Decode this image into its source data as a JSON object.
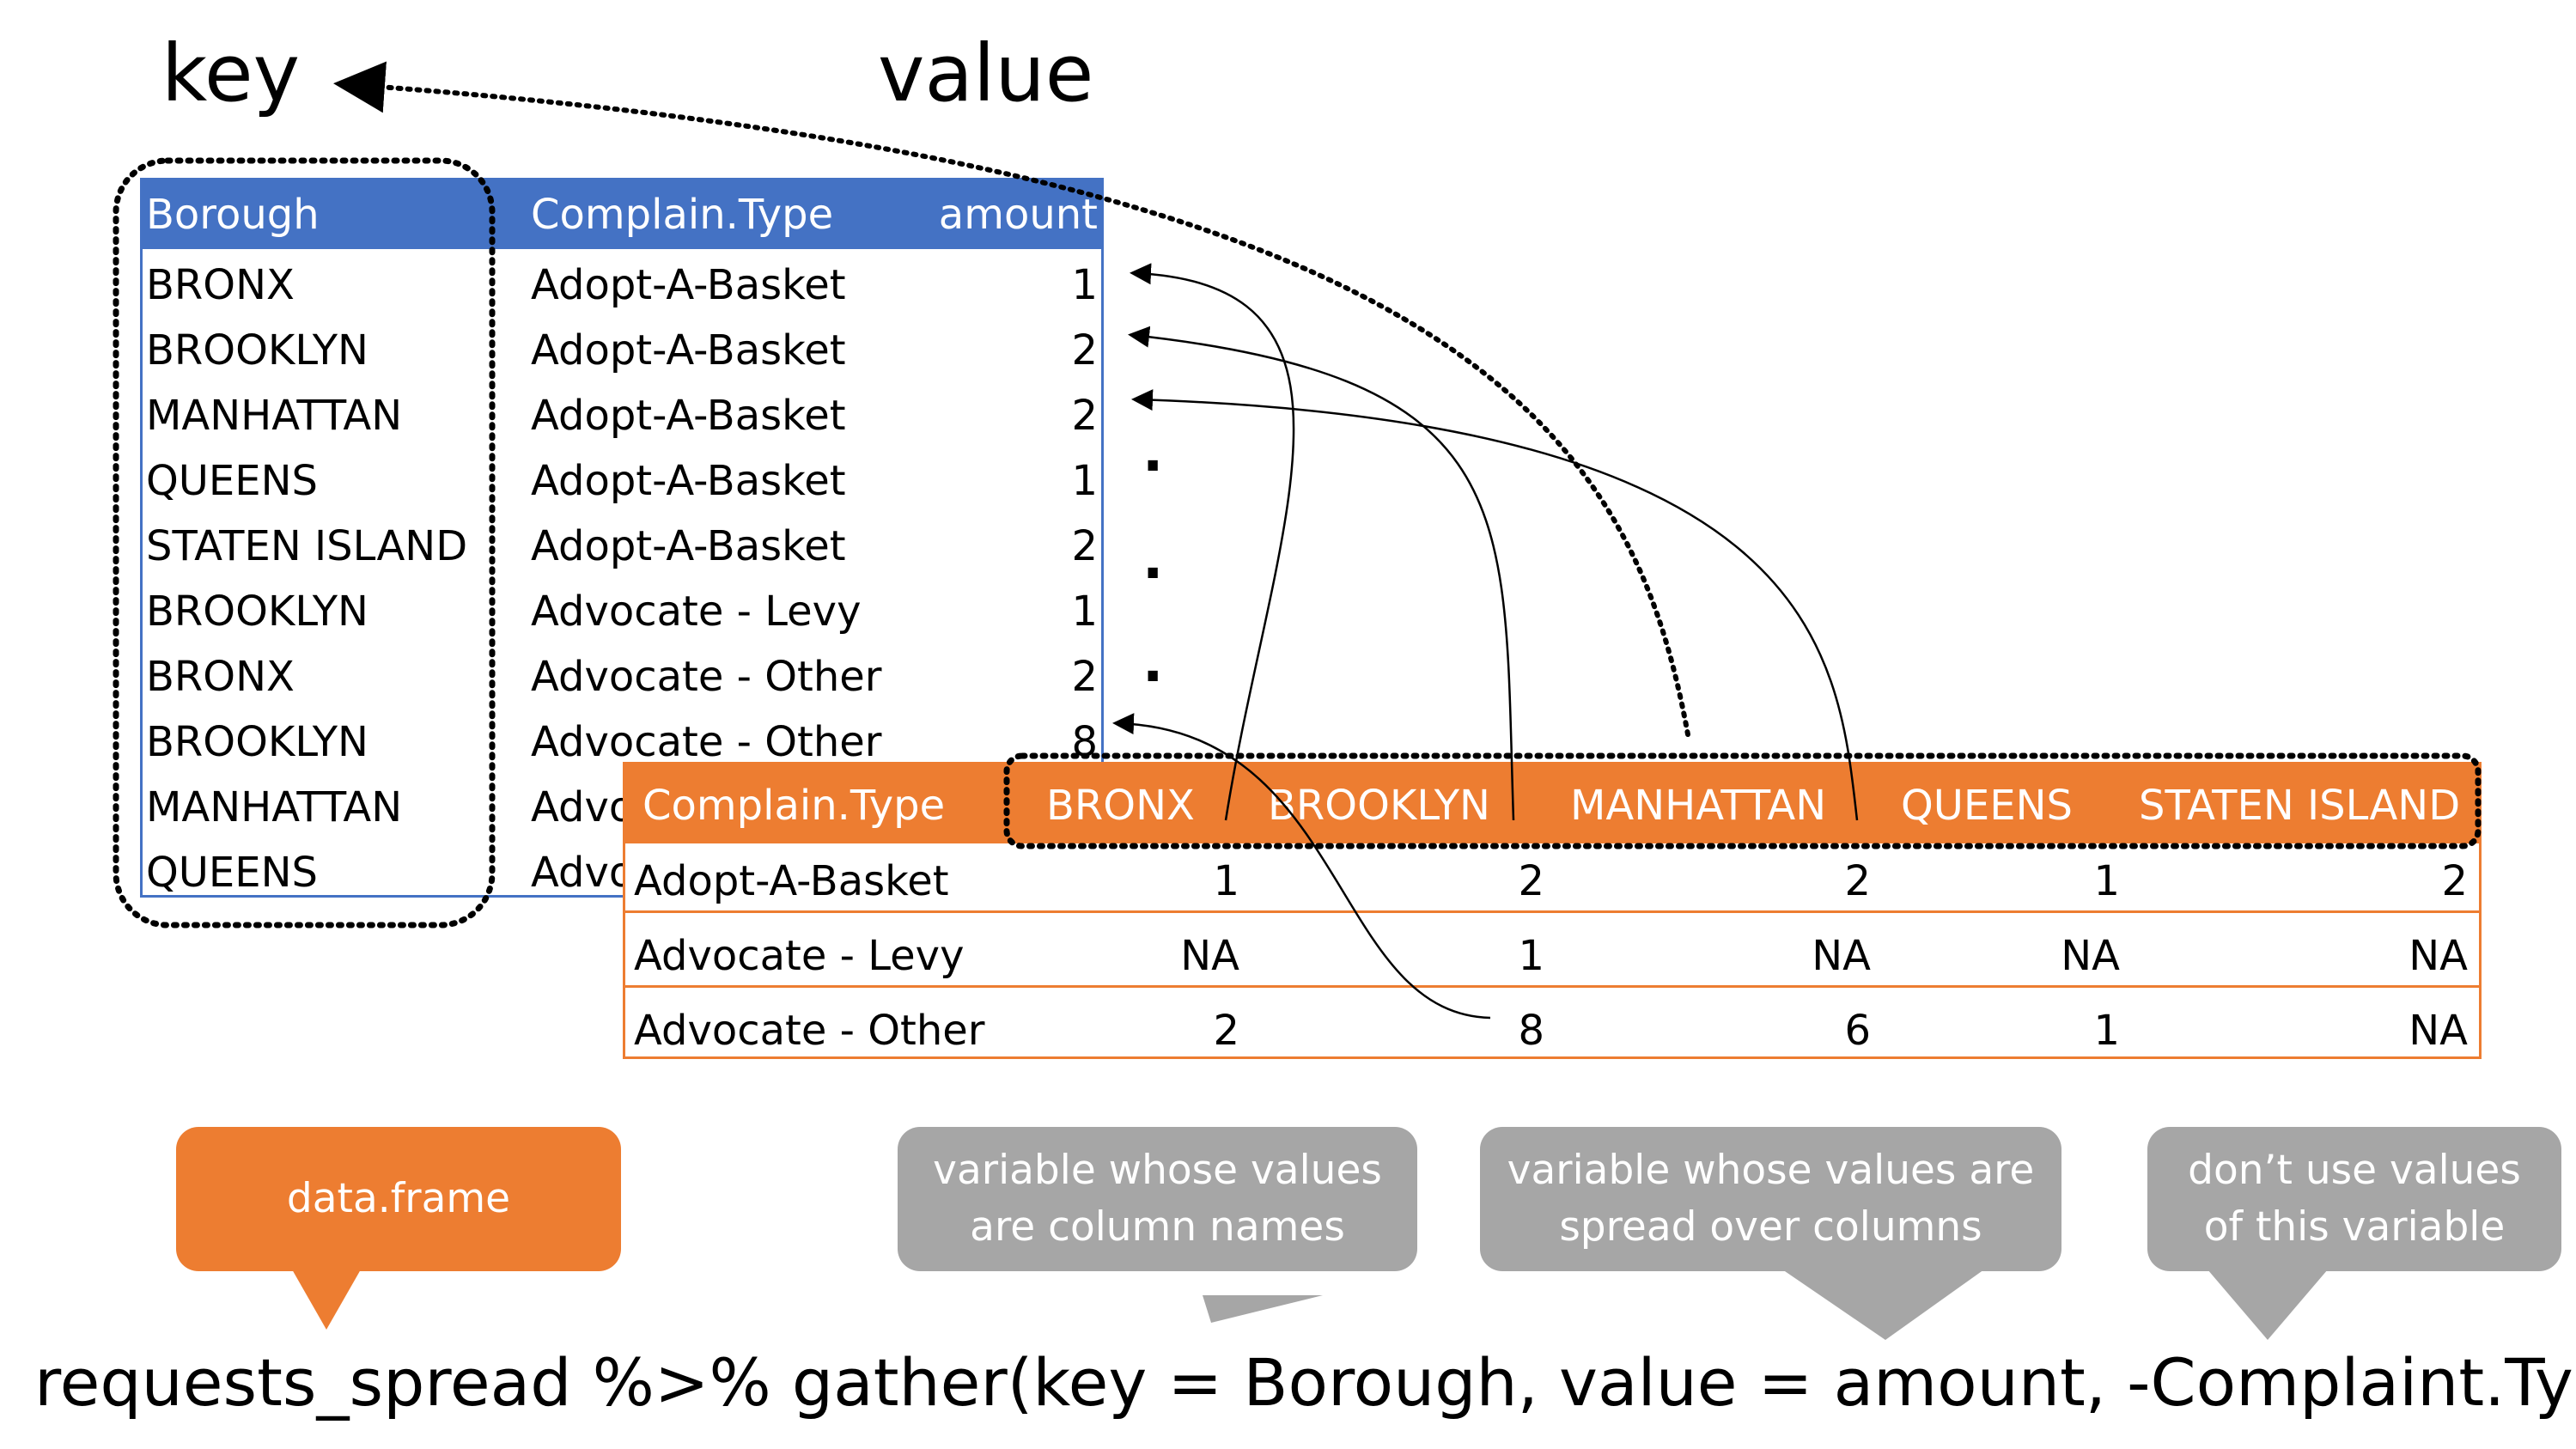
{
  "labels": {
    "key": "key",
    "value": "value"
  },
  "long_table": {
    "headers": [
      "Borough",
      "Complain.Type",
      "amount"
    ],
    "rows": [
      [
        "BRONX",
        "Adopt-A-Basket",
        "1"
      ],
      [
        "BROOKLYN",
        "Adopt-A-Basket",
        "2"
      ],
      [
        "MANHATTAN",
        "Adopt-A-Basket",
        "2"
      ],
      [
        "QUEENS",
        "Adopt-A-Basket",
        "1"
      ],
      [
        "STATEN ISLAND",
        "Adopt-A-Basket",
        "2"
      ],
      [
        "BROOKLYN",
        "Advocate - Levy",
        "1"
      ],
      [
        "BRONX",
        "Advocate - Other",
        "2"
      ],
      [
        "BROOKLYN",
        "Advocate - Other",
        "8"
      ],
      [
        "MANHATTAN",
        "Advocate - Other",
        ""
      ],
      [
        "QUEENS",
        "Advocate - Other",
        ""
      ]
    ],
    "ellipsis_dots": [
      ".",
      ".",
      "."
    ]
  },
  "wide_table": {
    "headers": [
      "Complain.Type",
      "BRONX",
      "BROOKLYN",
      "MANHATTAN",
      "QUEENS",
      "STATEN ISLAND"
    ],
    "rows": [
      [
        "Adopt-A-Basket",
        "1",
        "2",
        "2",
        "1",
        "2"
      ],
      [
        "Advocate - Levy",
        "NA",
        "1",
        "NA",
        "NA",
        "NA"
      ],
      [
        "Advocate - Other",
        "2",
        "8",
        "6",
        "1",
        "NA"
      ]
    ]
  },
  "callouts": {
    "data_frame": "data.frame",
    "key_var": "variable whose values\nare column names",
    "value_var": "variable whose values are\nspread over columns",
    "exclude_var": "don’t use values\nof this variable"
  },
  "command": "requests_spread %>% gather(key = Borough, value = amount, -Complaint.Type)",
  "colors": {
    "long_header": "#4472C4",
    "wide_header": "#ED7D31",
    "data_frame_callout": "#ED7D31",
    "grey_callout": "#A6A6A6"
  }
}
